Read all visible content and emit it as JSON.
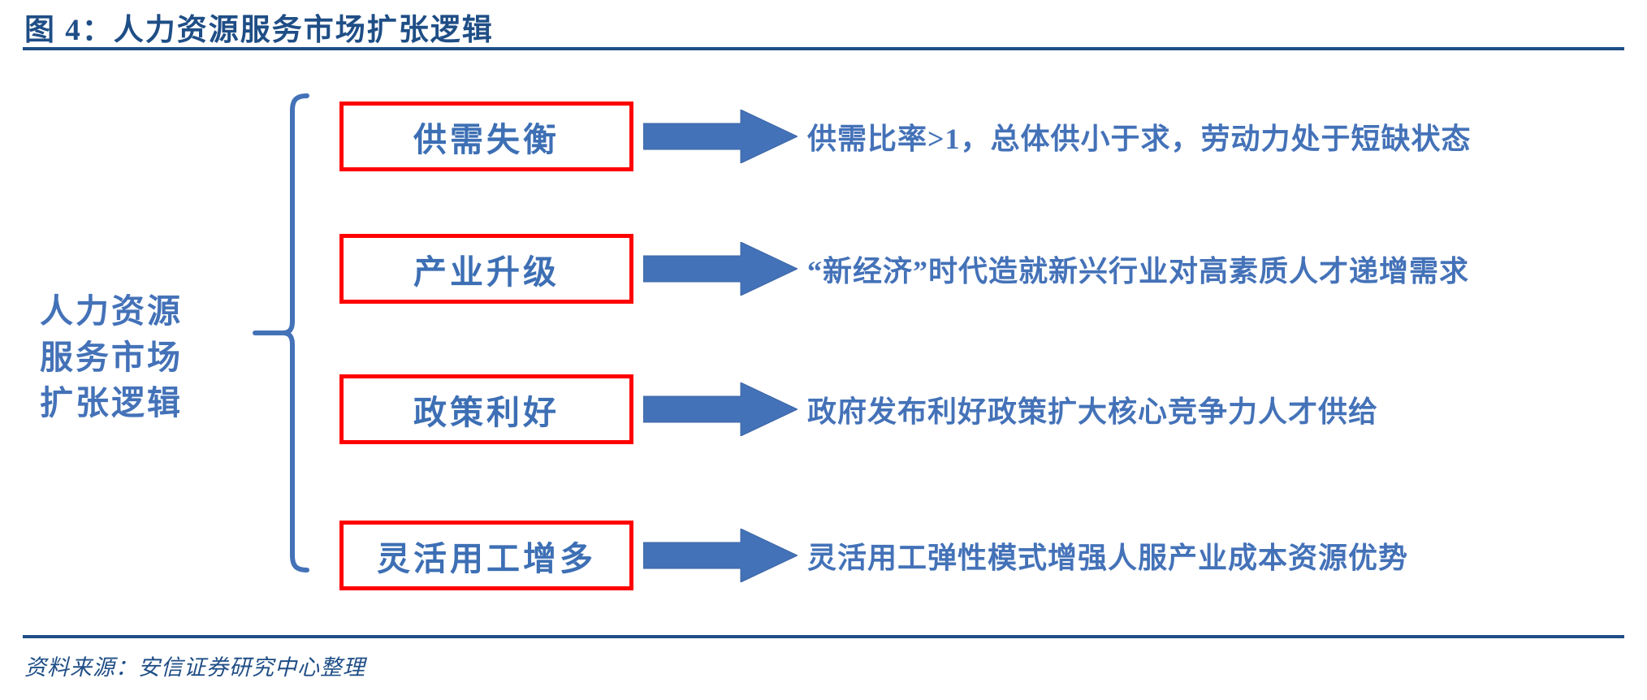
{
  "figure": {
    "title": "图 4：人力资源服务市场扩张逻辑",
    "source": "资料来源：安信证券研究中心整理",
    "root_label_lines": [
      "人力资源",
      "服务市场",
      "扩张逻辑"
    ],
    "colors": {
      "title_blue": "#1F4E86",
      "text_blue": "#4472B8",
      "box_border_red": "#FF0000",
      "arrow_blue": "#4472B8",
      "brace_blue": "#4472B8"
    }
  },
  "rows": [
    {
      "box_label": "供需失衡",
      "arrow": "right-arrow-icon",
      "description": "供需比率>1，总体供小于求，劳动力处于短缺状态"
    },
    {
      "box_label": "产业升级",
      "arrow": "right-arrow-icon",
      "description": "“新经济”时代造就新兴行业对高素质人才递增需求"
    },
    {
      "box_label": "政策利好",
      "arrow": "right-arrow-icon",
      "description": "政府发布利好政策扩大核心竞争力人才供给"
    },
    {
      "box_label": "灵活用工增多",
      "arrow": "right-arrow-icon",
      "description": "灵活用工弹性模式增强人服产业成本资源优势"
    }
  ]
}
